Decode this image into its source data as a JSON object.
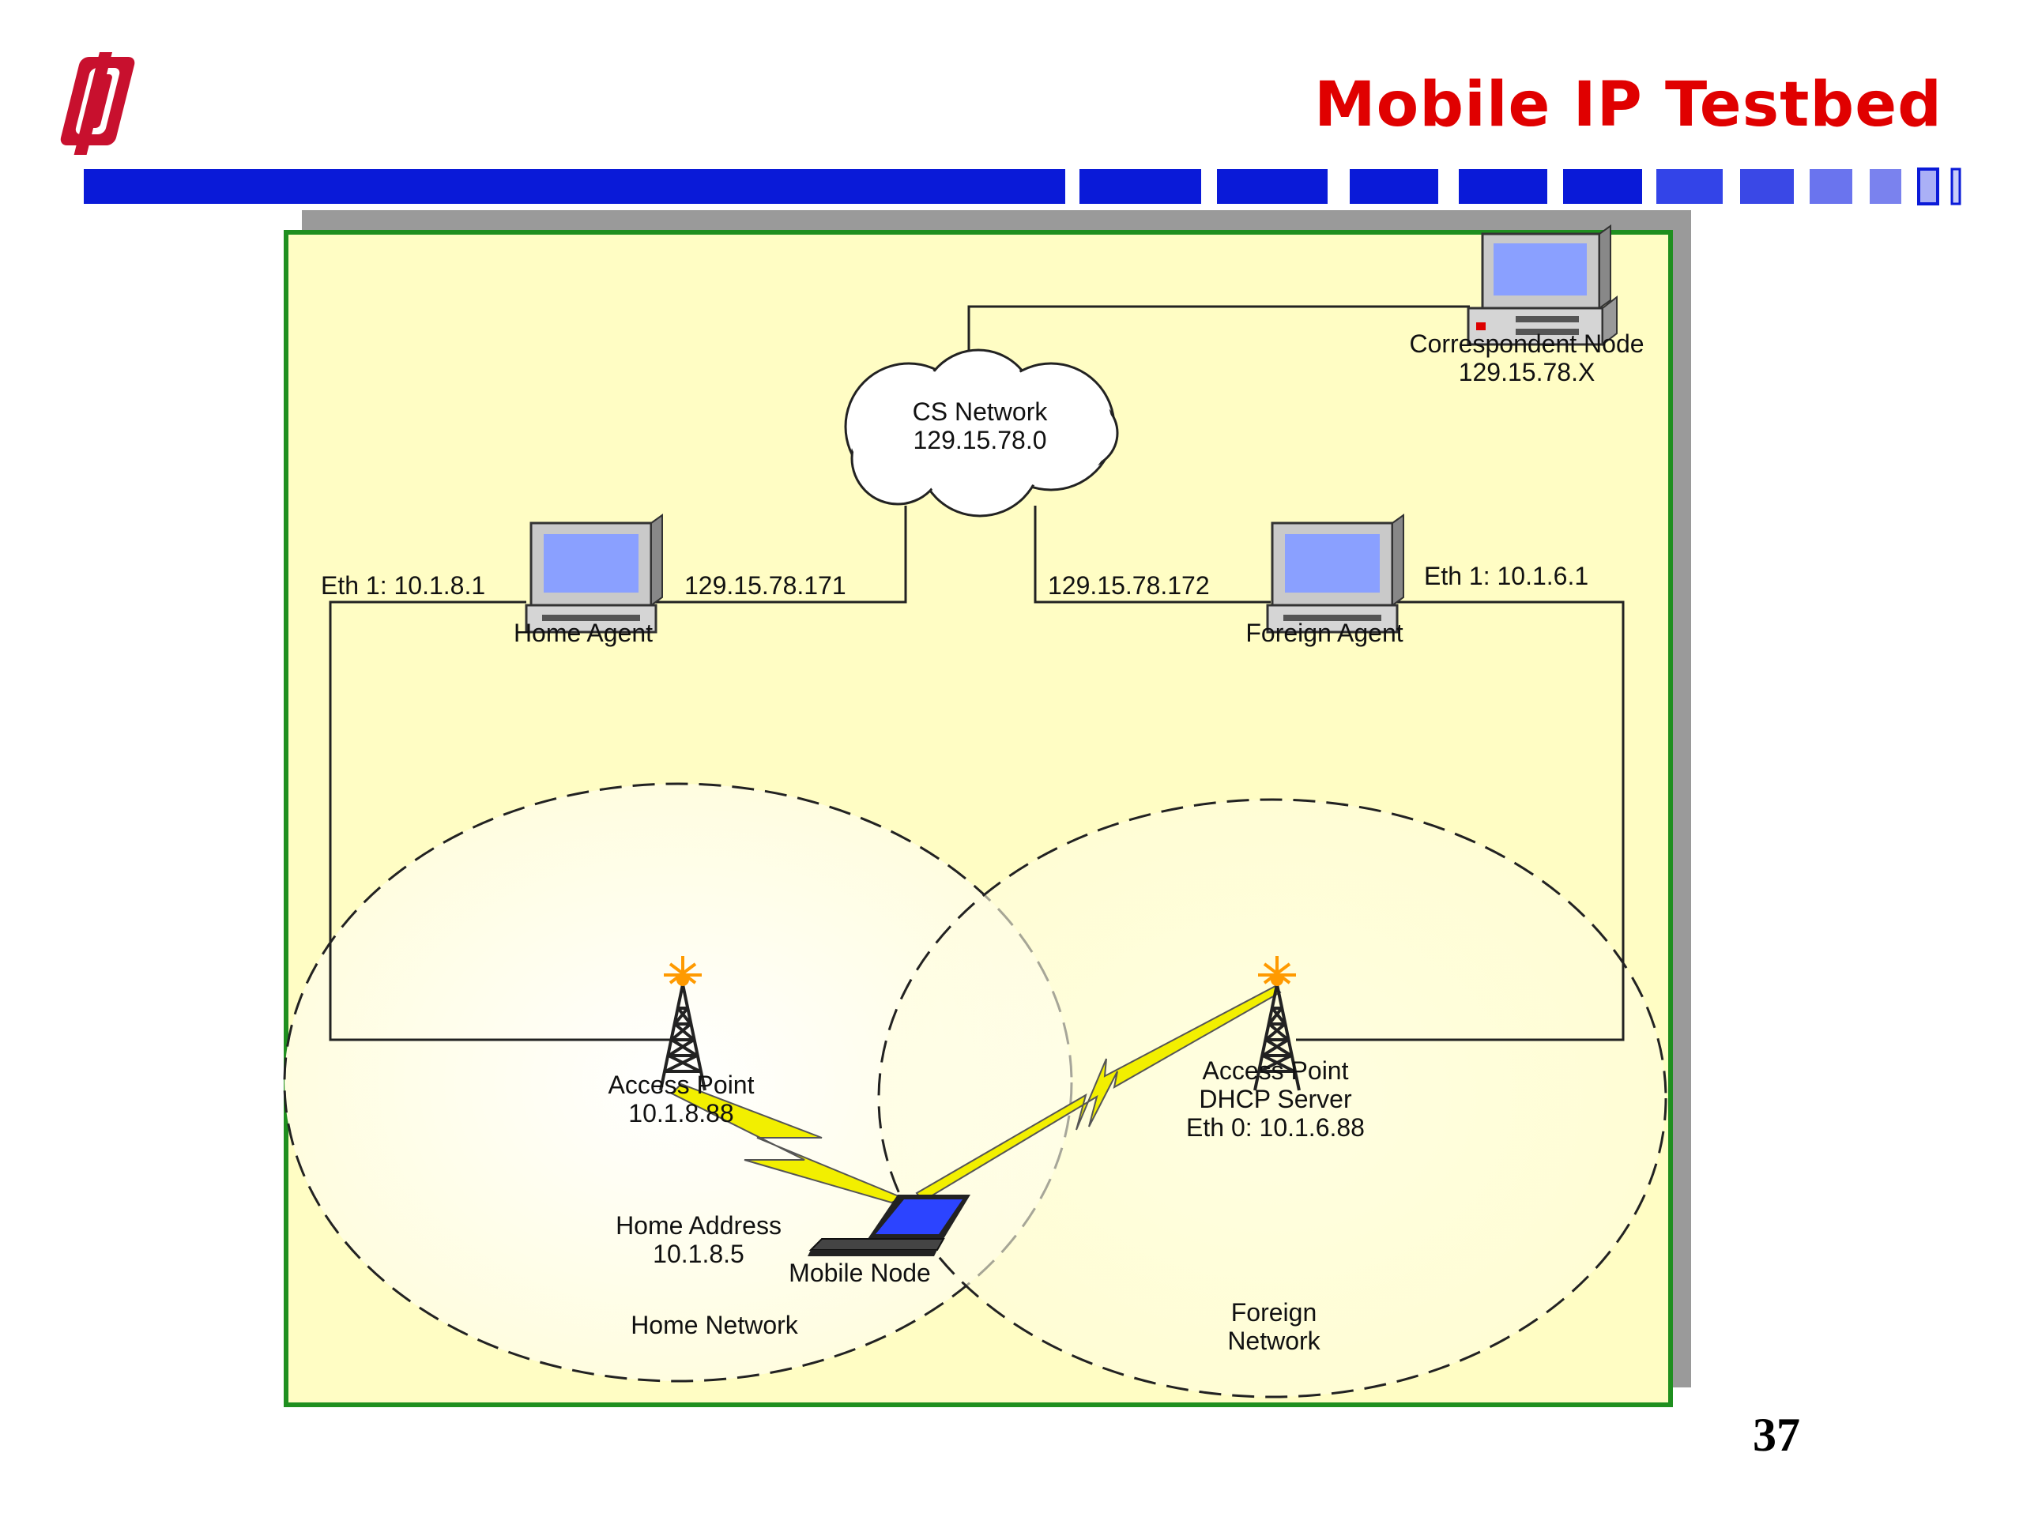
{
  "slide": {
    "title": "Mobile IP Testbed",
    "page_number": "37",
    "logo": "university-interlocking-OU-logo"
  },
  "colors": {
    "title": "#e00000",
    "header_bar": "#0a1ad8",
    "diagram_bg": "#fffdc4",
    "diagram_border": "#1f8f1f",
    "shadow": "#9a9a9a",
    "wireless_bolt": "#f0f000"
  },
  "diagram": {
    "cloud": {
      "name": "CS Network",
      "address": "129.15.78.0"
    },
    "correspondent": {
      "name": "Correspondent Node",
      "address": "129.15.78.X"
    },
    "home_agent": {
      "name": "Home Agent",
      "eth1": "Eth 1: 10.1.8.1",
      "external": "129.15.78.171"
    },
    "foreign_agent": {
      "name": "Foreign Agent",
      "eth1": "Eth 1: 10.1.6.1",
      "external": "129.15.78.172"
    },
    "home_ap": {
      "name": "Access Point",
      "address": "10.1.8.88"
    },
    "foreign_ap": {
      "name": "Access Point",
      "role": "DHCP Server",
      "address": "Eth 0: 10.1.6.88"
    },
    "mobile": {
      "home_address_label": "Home Address",
      "home_address": "10.1.8.5",
      "name": "Mobile Node"
    },
    "home_network": "Home Network",
    "foreign_network_line1": "Foreign",
    "foreign_network_line2": "Network"
  }
}
